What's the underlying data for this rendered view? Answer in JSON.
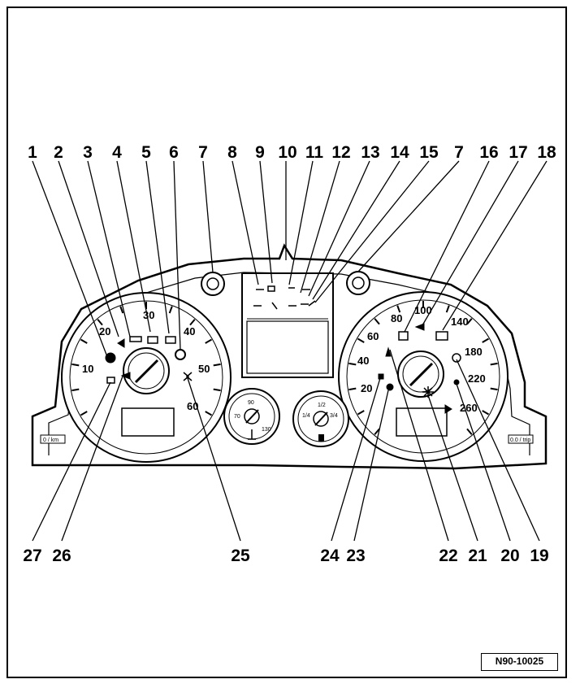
{
  "callouts_top": [
    "1",
    "2",
    "3",
    "4",
    "5",
    "6",
    "7",
    "8",
    "9",
    "10",
    "11",
    "12",
    "13",
    "14",
    "15",
    "7",
    "16",
    "17",
    "18"
  ],
  "callouts_bottom": [
    "27",
    "26",
    "25",
    "24",
    "23",
    "22",
    "21",
    "20",
    "19"
  ],
  "tachometer_scale": [
    "10",
    "20",
    "30",
    "40",
    "50",
    "60"
  ],
  "speedometer_scale": [
    "20",
    "40",
    "60",
    "80",
    "100",
    "140",
    "180",
    "220",
    "260"
  ],
  "small_gauge_left_marks": [
    "70",
    "90",
    "130"
  ],
  "small_gauge_right_marks": [
    "1/2",
    "1/4",
    "3/4"
  ],
  "left_button_label": "0 / km",
  "right_button_label": "0.0 / trip",
  "reference_code": "N90-10025"
}
